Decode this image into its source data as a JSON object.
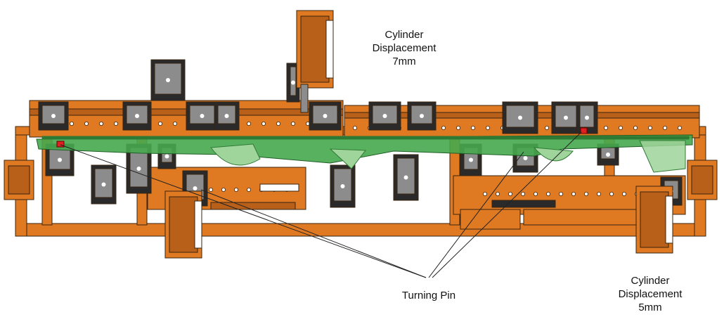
{
  "colors": {
    "frame_orange": "#e07a22",
    "frame_dark_orange": "#b8601a",
    "fixture_dark": "#2a2a2a",
    "fixture_gray": "#8c8c8c",
    "part_green": "#46a84e",
    "part_green_light": "#9fd49a",
    "pin_red": "#e02020",
    "leader_line": "#222222",
    "text": "#111111",
    "background": "#ffffff"
  },
  "labels": {
    "cylinder_top": {
      "line1": "Cylinder",
      "line2": "Displacement",
      "line3": "7mm"
    },
    "cylinder_bottom": {
      "line1": "Cylinder",
      "line2": "Displacement",
      "line3": "5mm"
    },
    "turning_pin": "Turning Pin"
  },
  "icons": [
    "cylinder-icon",
    "clamp-icon",
    "turning-pin-icon",
    "fixture-frame-icon"
  ]
}
